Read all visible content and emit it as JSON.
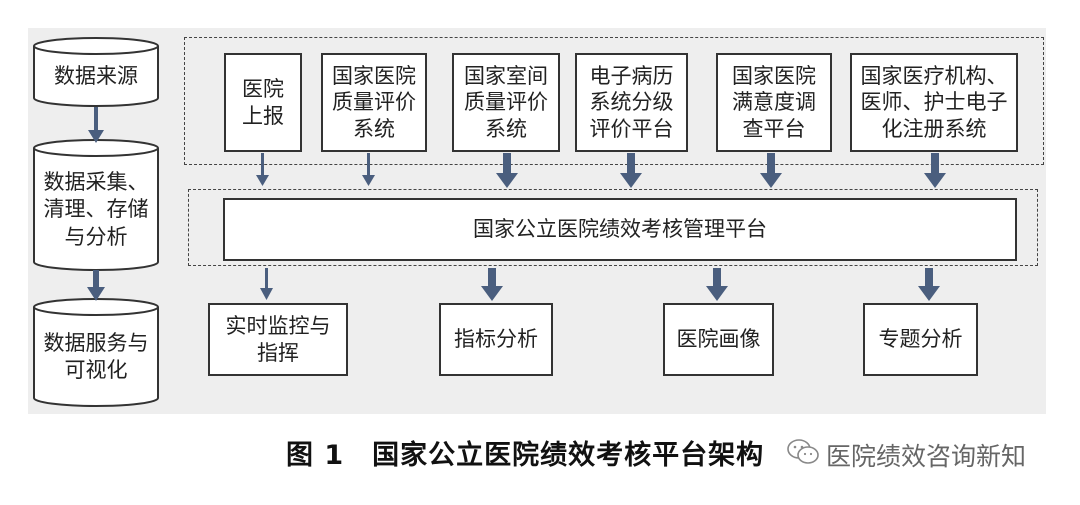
{
  "caption": "图 1　国家公立医院绩效考核平台架构",
  "watermark": "医院绩效咨询新知",
  "pipeline": [
    {
      "label": "数据来源"
    },
    {
      "label": "数据采集、\n清理、存储\n与分析"
    },
    {
      "label": "数据服务与\n可视化"
    }
  ],
  "sources": [
    {
      "label": "医院\n上报"
    },
    {
      "label": "国家医院\n质量评价\n系统"
    },
    {
      "label": "国家室间\n质量评价\n系统"
    },
    {
      "label": "电子病历\n系统分级\n评价平台"
    },
    {
      "label": "国家医院\n满意度调\n查平台"
    },
    {
      "label": "国家医疗机构、\n医师、护士电子\n化注册系统"
    }
  ],
  "platform": {
    "label": "国家公立医院绩效考核管理平台"
  },
  "outputs": [
    {
      "label": "实时监控与\n指挥"
    },
    {
      "label": "指标分析"
    },
    {
      "label": "医院画像"
    },
    {
      "label": "专题分析"
    }
  ],
  "colors": {
    "arrow": "#4a5e7e",
    "panel": "#eeeeee",
    "border": "#333333"
  },
  "icons": {
    "watermark": "wechat-icon"
  }
}
